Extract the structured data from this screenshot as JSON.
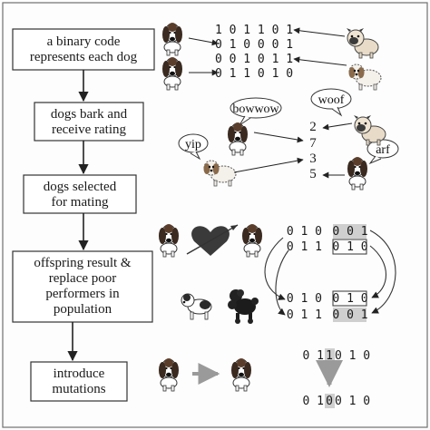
{
  "flow_steps": [
    {
      "lines": [
        "a binary code",
        "represents each dog"
      ]
    },
    {
      "lines": [
        "dogs bark and",
        "receive rating"
      ]
    },
    {
      "lines": [
        "dogs selected",
        "for mating"
      ]
    },
    {
      "lines": [
        "offspring result &",
        "replace poor",
        "performers in",
        "population"
      ]
    },
    {
      "lines": [
        "introduce",
        "mutations"
      ]
    }
  ],
  "step1_codes": [
    "101101",
    "010001",
    "001011",
    "011010"
  ],
  "barks": [
    "bowwow",
    "woof",
    "yip",
    "arf"
  ],
  "ratings": [
    "2",
    "7",
    "3",
    "5"
  ],
  "parents": [
    {
      "head": "010",
      "tail": "001"
    },
    {
      "head": "011",
      "tail": "010"
    }
  ],
  "offspring": [
    {
      "head": "010",
      "tail": "010"
    },
    {
      "head": "011",
      "tail": "001"
    }
  ],
  "mutation": {
    "before": {
      "pre": "01",
      "bit": "1",
      "post": "010"
    },
    "after": {
      "pre": "01",
      "bit": "0",
      "post": "010"
    }
  },
  "colors": {
    "ink": "#1a1a1a",
    "highlight": "#cfcfcf",
    "arrow_gray": "#9a9a9a",
    "line": "#333333"
  },
  "icons": [
    "basset-dog-icon",
    "pug-dog-icon",
    "fluffy-dog-icon",
    "terrier-dog-icon",
    "poodle-dog-icon",
    "heart-arrow-icon"
  ]
}
